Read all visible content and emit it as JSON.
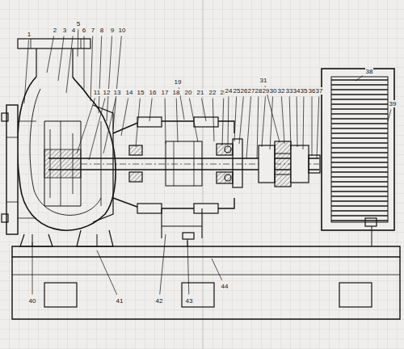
{
  "diagram": {
    "labels": [
      "1",
      "2",
      "3",
      "4",
      "5",
      "6",
      "7",
      "8",
      "9",
      "10",
      "11",
      "12",
      "13",
      "14",
      "15",
      "16",
      "17",
      "18",
      "19",
      "20",
      "21",
      "22",
      "23",
      "24",
      "25",
      "26",
      "27",
      "28",
      "29",
      "30",
      "31",
      "32",
      "33",
      "34",
      "35",
      "36",
      "37",
      "38",
      "39",
      "40",
      "41",
      "42",
      "43",
      "44"
    ]
  }
}
